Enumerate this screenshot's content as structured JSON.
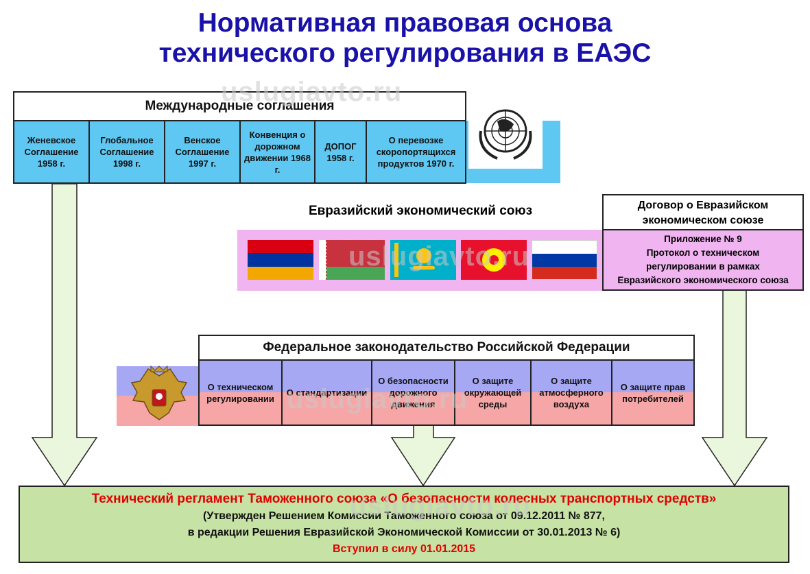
{
  "title": {
    "line1": "Нормативная правовая основа",
    "line2": "технического регулирования в ЕАЭС"
  },
  "watermark": "uslugiavto.ru",
  "international": {
    "header": "Международные соглашения",
    "items": [
      {
        "label": "Женевское Соглашение 1958 г."
      },
      {
        "label": "Глобальное Соглашение 1998 г."
      },
      {
        "label": "Венское Соглашение 1997 г."
      },
      {
        "label": "Конвенция о дорожном движении 1968 г."
      },
      {
        "label": "ДОПОГ 1958 г."
      },
      {
        "label": "О перевозке скоропортящихся продуктов 1970 г."
      }
    ],
    "logo_icon": "un-emblem-icon"
  },
  "eaeu": {
    "label": "Евразийский экономический союз",
    "flags": [
      {
        "icon": "flag-armenia-icon",
        "colors": [
          "#d90012",
          "#0033a0",
          "#f2a800"
        ]
      },
      {
        "icon": "flag-belarus-icon",
        "colors": [
          "#c8313e",
          "#4aa657"
        ]
      },
      {
        "icon": "flag-kazakhstan-icon",
        "colors": [
          "#00afca",
          "#fec50c"
        ]
      },
      {
        "icon": "flag-kyrgyzstan-icon",
        "colors": [
          "#e8112d",
          "#ffef00"
        ]
      },
      {
        "icon": "flag-russia-icon",
        "colors": [
          "#ffffff",
          "#0039a6",
          "#d52b1e"
        ]
      }
    ]
  },
  "treaty": {
    "header_line1": "Договор о Евразийском",
    "header_line2": "экономическом союзе",
    "body_line1": "Приложение № 9",
    "body_line2": "Протокол о техническом",
    "body_line3": "регулировании в рамках",
    "body_line4": "Евразийского экономического союза"
  },
  "federal": {
    "header": "Федеральное законодательство Российской Федерации",
    "emblem_icon": "russian-coat-of-arms-icon",
    "items": [
      {
        "label": "О техническом регулировании"
      },
      {
        "label": "О стандартизации"
      },
      {
        "label": "О безопасности дорожного движения"
      },
      {
        "label": "О защите окружающей среды"
      },
      {
        "label": "О защите атмосферного воздуха"
      },
      {
        "label": "О защите прав потребителей"
      }
    ]
  },
  "regulation": {
    "title": "Технический регламент Таможенного союза «О безопасности колесных транспортных средств»",
    "line2": "(Утвержден Решением Комиссии Таможенного союза от 09.12.2011 № 877,",
    "line3": "в редакции Решения Евразийской Экономической Комиссии от 30.01.2013 № 6)",
    "effective": "Вступил в силу 01.01.2015"
  },
  "colors": {
    "title": "#1a12a8",
    "international_cells": "#5ec8f2",
    "eaeu_band": "#f0b4f0",
    "federal_top": "#a6a8f4",
    "federal_bottom": "#f6a6a6",
    "arrow_fill": "#eaf7dc",
    "regulation_bg": "#c6e2a4",
    "regulation_red": "#e00000"
  }
}
